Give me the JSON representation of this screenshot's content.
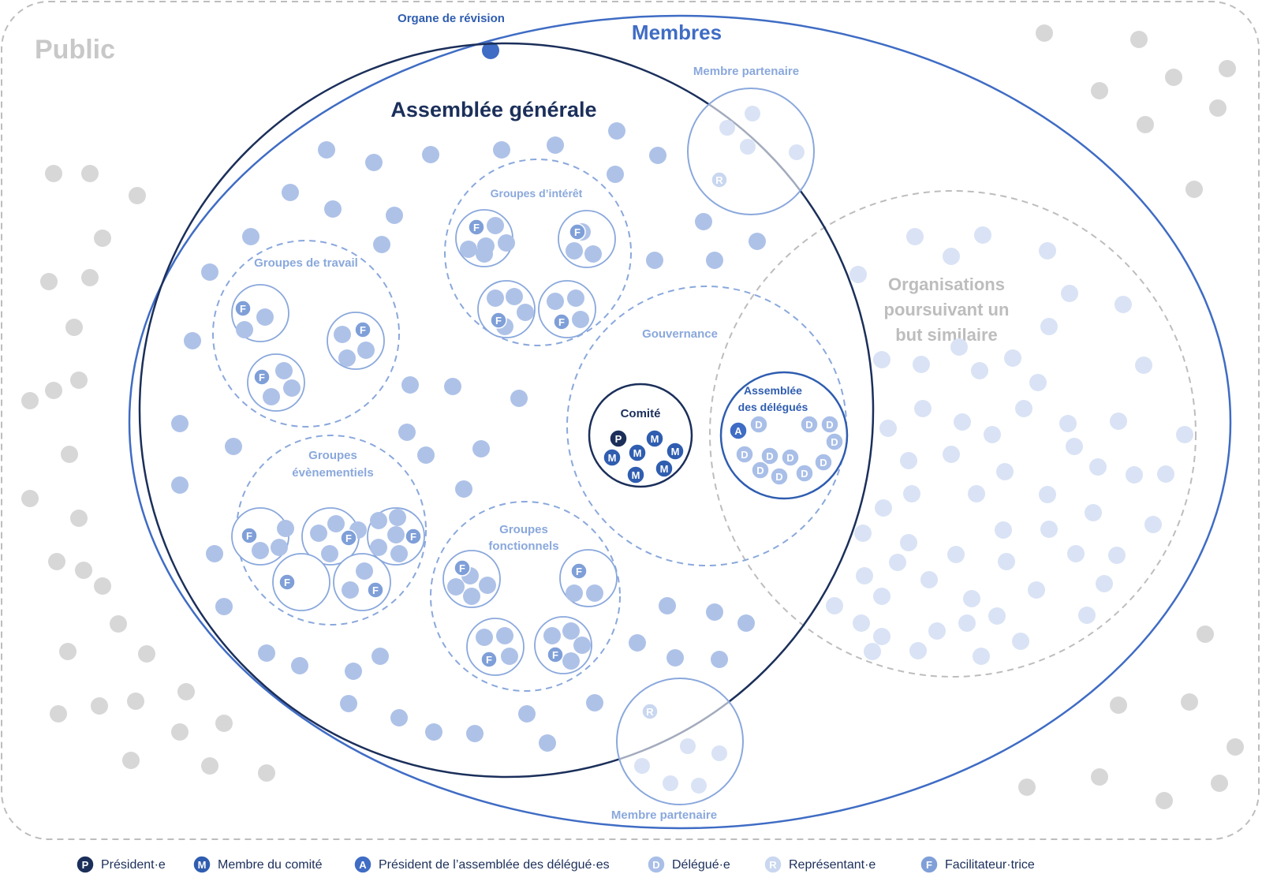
{
  "diagram": {
    "title": "Membres",
    "public_label": "Public",
    "audit_label": "Organe de révision",
    "assembly_label": "Assemblée générale",
    "partner_label_top": "Membre partenaire",
    "partner_label_bottom": "Membre partenaire",
    "orgs_label": [
      "Organisations",
      "poursuivant un",
      "but similaire"
    ],
    "governance_label": "Gouvernance",
    "committee_label": "Comité",
    "delegates_label": [
      "Assemblée",
      "des délégués"
    ],
    "interest_label": "Groupes d’intérêt",
    "work_label": "Groupes de travail",
    "events_label": [
      "Groupes",
      "évènementiels"
    ],
    "functional_label": [
      "Groupes",
      "fonctionnels"
    ]
  },
  "legend": [
    {
      "glyph": "P",
      "label": "Président·e",
      "color": "#1b2f5a"
    },
    {
      "glyph": "M",
      "label": "Membre du comité",
      "color": "#2f5db0"
    },
    {
      "glyph": "A",
      "label": "Président de l’assemblée des délégué·es",
      "color": "#3f6cc4"
    },
    {
      "glyph": "D",
      "label": "Délégué·e",
      "color": "#a9bfe8"
    },
    {
      "glyph": "R",
      "label": "Représentant·e",
      "color": "#c9d7f0"
    },
    {
      "glyph": "F",
      "label": "Facilitateur·trice",
      "color": "#7f9fd8"
    }
  ],
  "colors": {
    "member_dot": "#aec2e8",
    "public_dot": "#d7d7d7",
    "light_dot": "#d9e3f5",
    "members_stroke": "#3f6cc4",
    "assembly_stroke": "#1b2f5a",
    "dashed_blue": "#8aa8dc",
    "dashed_grey": "#bdbdbd",
    "audit_dot": "#3f6cc4"
  }
}
